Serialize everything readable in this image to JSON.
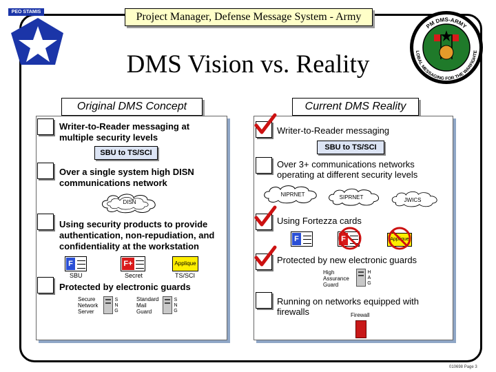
{
  "header": {
    "title": "Project Manager, Defense Message System - Army",
    "main_title": "DMS Vision vs. Reality"
  },
  "logos": {
    "peo_label": "PEO STAMIS",
    "seal_top_text": "PM DMS-ARMY",
    "seal_bottom_text": "GLOBAL MESSAGING FOR THE WARFIGHTER"
  },
  "left_panel": {
    "heading": "Original DMS Concept",
    "items": [
      {
        "label": "Writer-to-Reader messaging at multiple security levels",
        "line1": "Writer-to-Reader messaging at",
        "line2": "multiple security levels",
        "checked": false
      },
      {
        "label": "Over a single system high DISN communications network",
        "line1": "Over a single system high DISN",
        "line2": "communications network",
        "checked": false
      },
      {
        "label": "Using security products to provide authentication, non-repudiation, and confidentiality at the workstation",
        "line1": "Using security products to provide",
        "line2": "authentication, non-repudiation, and",
        "line3": "confidentiality at the workstation",
        "checked": false
      },
      {
        "label": "Protected by electronic guards",
        "checked": false
      }
    ],
    "sbu_tag": "SBU to TS/SCI",
    "disn_label": "DISN",
    "products": [
      {
        "badge": "F",
        "caption": "SBU"
      },
      {
        "badge": "F+",
        "caption": "Secret"
      },
      {
        "badge": "Applique",
        "caption": "TS/SCI"
      }
    ],
    "guards": [
      {
        "line1": "Secure",
        "line2": "Network",
        "line3": "Server"
      },
      {
        "line1": "Standard",
        "line2": "Mail",
        "line3": "Guard"
      }
    ],
    "sng": [
      "S",
      "N",
      "G"
    ]
  },
  "right_panel": {
    "heading": "Current DMS Reality",
    "items": [
      {
        "label": "Writer-to-Reader messaging",
        "checked": true
      },
      {
        "label": "Over 3+ communications networks operating at different security levels",
        "line1": "Over 3+ communications networks",
        "line2": "operating at different security levels",
        "checked": false
      },
      {
        "label": "Using Fortezza cards",
        "checked": true
      },
      {
        "label": "Protected by new electronic guards",
        "checked": true
      },
      {
        "label": "Running on networks equipped with firewalls",
        "line1": "Running on networks equipped with",
        "line2": "firewalls",
        "checked": false
      }
    ],
    "sbu_tag": "SBU to TS/SCI",
    "networks": [
      "NIPRNET",
      "SIPRNET",
      "JWICS"
    ],
    "products": [
      {
        "badge": "F"
      },
      {
        "badge": "F"
      },
      {
        "badge": "Applique"
      }
    ],
    "hag": {
      "line1": "High",
      "line2": "Assurance",
      "line3": "Guard",
      "letters": [
        "H",
        "A",
        "G"
      ]
    },
    "firewall_label": "Firewall"
  },
  "footer": {
    "text": "010698 Page 3"
  },
  "colors": {
    "header_bg": "#ffffc8",
    "panel_shadow": "#8fa6c6",
    "check_red": "#cc1111",
    "badge_blue": "#2a4fd6",
    "badge_red": "#d81a1a",
    "applique_yellow": "#ffee00",
    "tag_fill": "#dce4f4",
    "logo_blue": "#1b35a8",
    "seal_green": "#1f7a2a"
  }
}
